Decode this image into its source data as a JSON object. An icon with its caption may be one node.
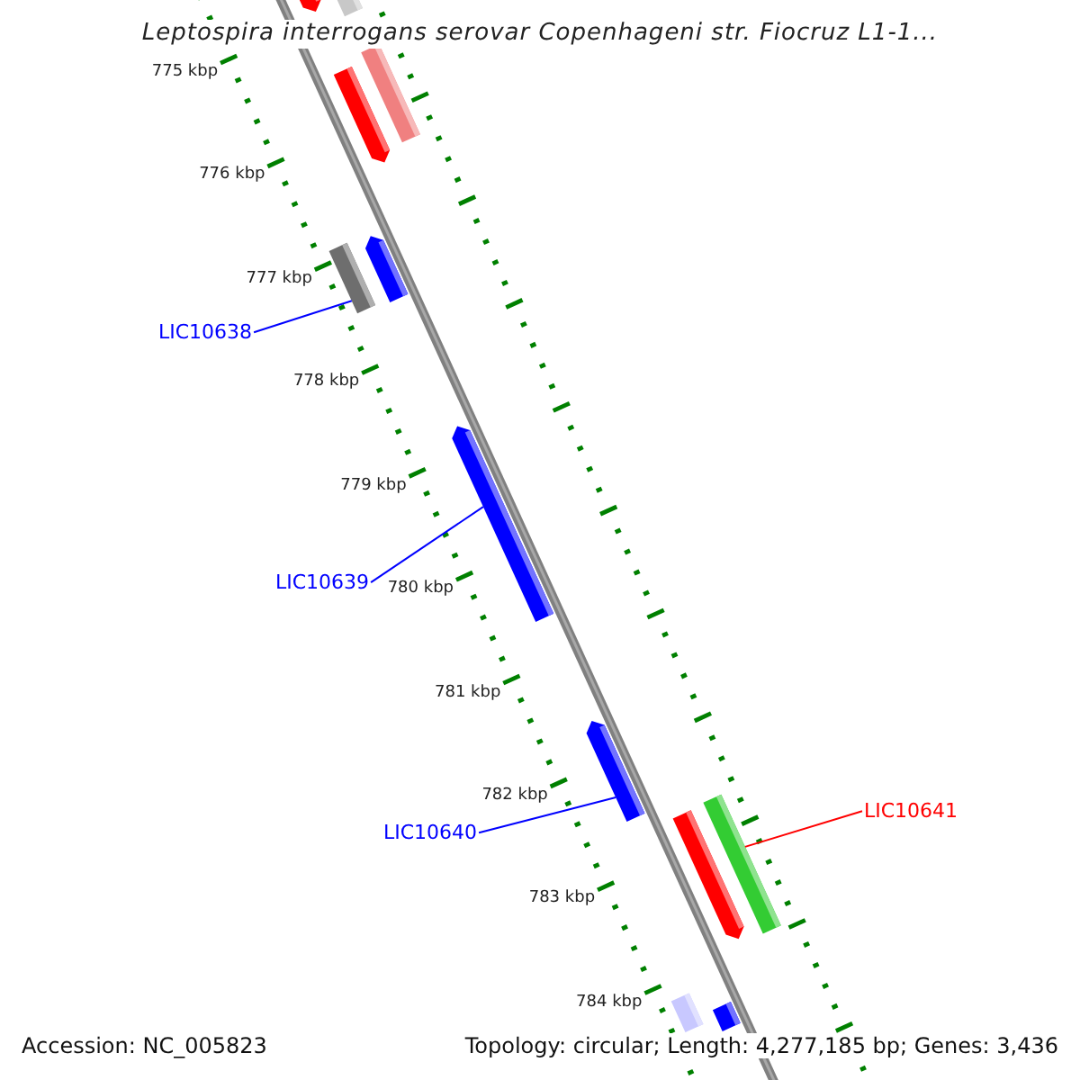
{
  "diagram": {
    "title": "Leptospira interrogans serovar Copenhageni str. Fiocruz L1-1...",
    "nodes": [
      {
        "text": [],
        "shape": "bar"
      },
      {
        "text": [],
        "shape": "bar"
      },
      {
        "text": [],
        "shape": "bar"
      },
      {
        "text": [],
        "shape": "bar"
      },
      {
        "text": [
          "LIC10638"
        ]
      },
      {
        "text": [],
        "shape": "bar"
      },
      {
        "text": [],
        "shape": "bar"
      },
      {
        "text": [
          "LIC10639"
        ]
      },
      {
        "text": [],
        "shape": "bar"
      },
      {
        "text": [
          "LIC10640"
        ]
      },
      {
        "text": [],
        "shape": "bar"
      },
      {
        "text": [
          "LIC10641"
        ]
      },
      {
        "text": [],
        "shape": "bar"
      },
      {
        "text": [],
        "shape": "bar"
      },
      {
        "text": [],
        "shape": "bar"
      },
      {
        "text": [],
        "shape": "bar"
      }
    ],
    "edges": [
      {
        "from": 4,
        "to": 5,
        "arrow": "none"
      },
      {
        "from": 7,
        "to": 8,
        "arrow": "none"
      },
      {
        "from": 9,
        "to": 10,
        "arrow": "none"
      },
      {
        "from": 11,
        "to": 13,
        "arrow": "none",
        "color": "#ff0000"
      }
    ],
    "labels": [
      "775 kbp",
      "776 kbp",
      "777 kbp",
      "778 kbp",
      "779 kbp",
      "780 kbp",
      "781 kbp",
      "782 kbp",
      "783 kbp",
      "784 kbp",
      "Accession: NC_005823",
      "Topology: circular; Length: 4,277,185 bp; Genes: 3,436"
    ]
  }
}
